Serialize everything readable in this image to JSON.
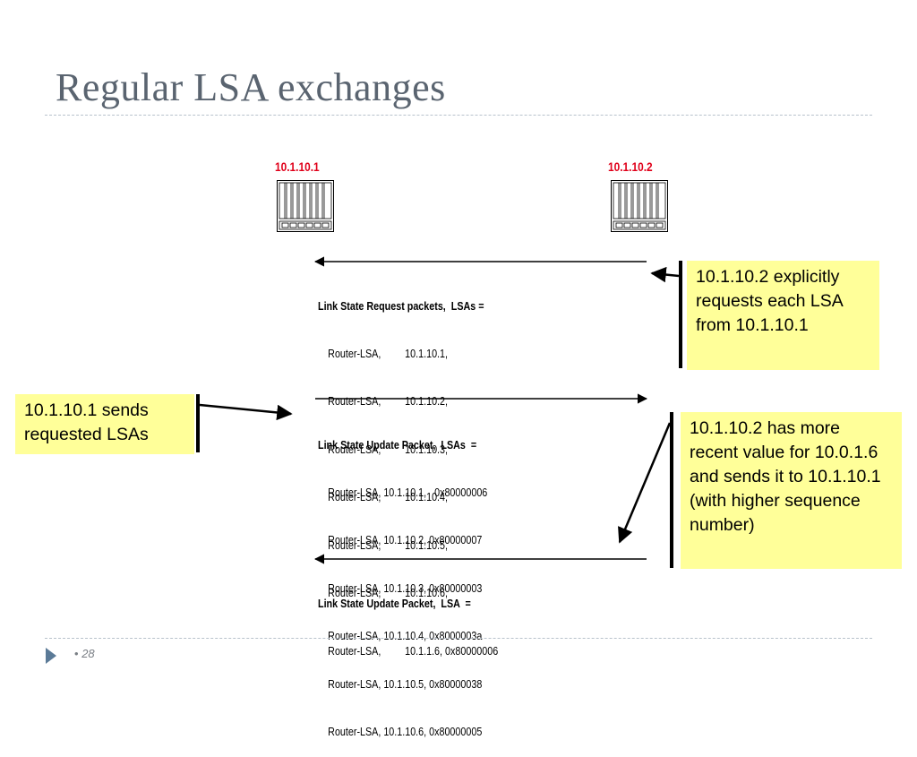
{
  "slide": {
    "title": "Regular LSA exchanges",
    "page_number": "28",
    "bullet": "•"
  },
  "routers": {
    "left": {
      "ip": "10.1.10.1",
      "icon": "router-icon"
    },
    "right": {
      "ip": "10.1.10.2",
      "icon": "router-icon"
    }
  },
  "messages": {
    "request": {
      "header": "Link State Request packets,  LSAs =",
      "rows": [
        {
          "type": "Router-LSA,",
          "id": "10.1.10.1,"
        },
        {
          "type": "Router-LSA,",
          "id": "10.1.10.2,"
        },
        {
          "type": "Router-LSA,",
          "id": "10.1.10.3,"
        },
        {
          "type": "Router-LSA,",
          "id": "10.1.10.4,"
        },
        {
          "type": "Router-LSA,",
          "id": "10.1.10.5,"
        },
        {
          "type": "Router-LSA,",
          "id": "10.1.10.6,"
        }
      ]
    },
    "update1": {
      "header": "Link State Update Packet,  LSAs  =",
      "rows": [
        "Router-LSA, 10.1.10.1,   0x80000006",
        "Router-LSA, 10.1.10.2, 0x80000007",
        "Router-LSA, 10.1.10.3, 0x80000003",
        "Router-LSA, 10.1.10.4, 0x8000003a",
        "Router-LSA, 10.1.10.5, 0x80000038",
        "Router-LSA, 10.1.10.6, 0x80000005"
      ]
    },
    "update2": {
      "header": "Link State Update Packet,  LSA  =",
      "rows": [
        {
          "type": "Router-LSA,",
          "id": "10.1.1.6, 0x80000006"
        }
      ]
    }
  },
  "notes": {
    "request_note": "10.1.10.2 explicitly requests each LSA from 10.1.10.1",
    "sends_note": "10.1.10.1 sends requested LSAs",
    "recent_note": "10.1.10.2 has more recent value for 10.0.1.6 and sends it to 10.1.10.1\n(with higher sequence number)"
  },
  "colors": {
    "title": "#5a6470",
    "router_label": "#e0001a",
    "note_background": "#ffff99",
    "footer_arrow": "#5b7a97"
  }
}
